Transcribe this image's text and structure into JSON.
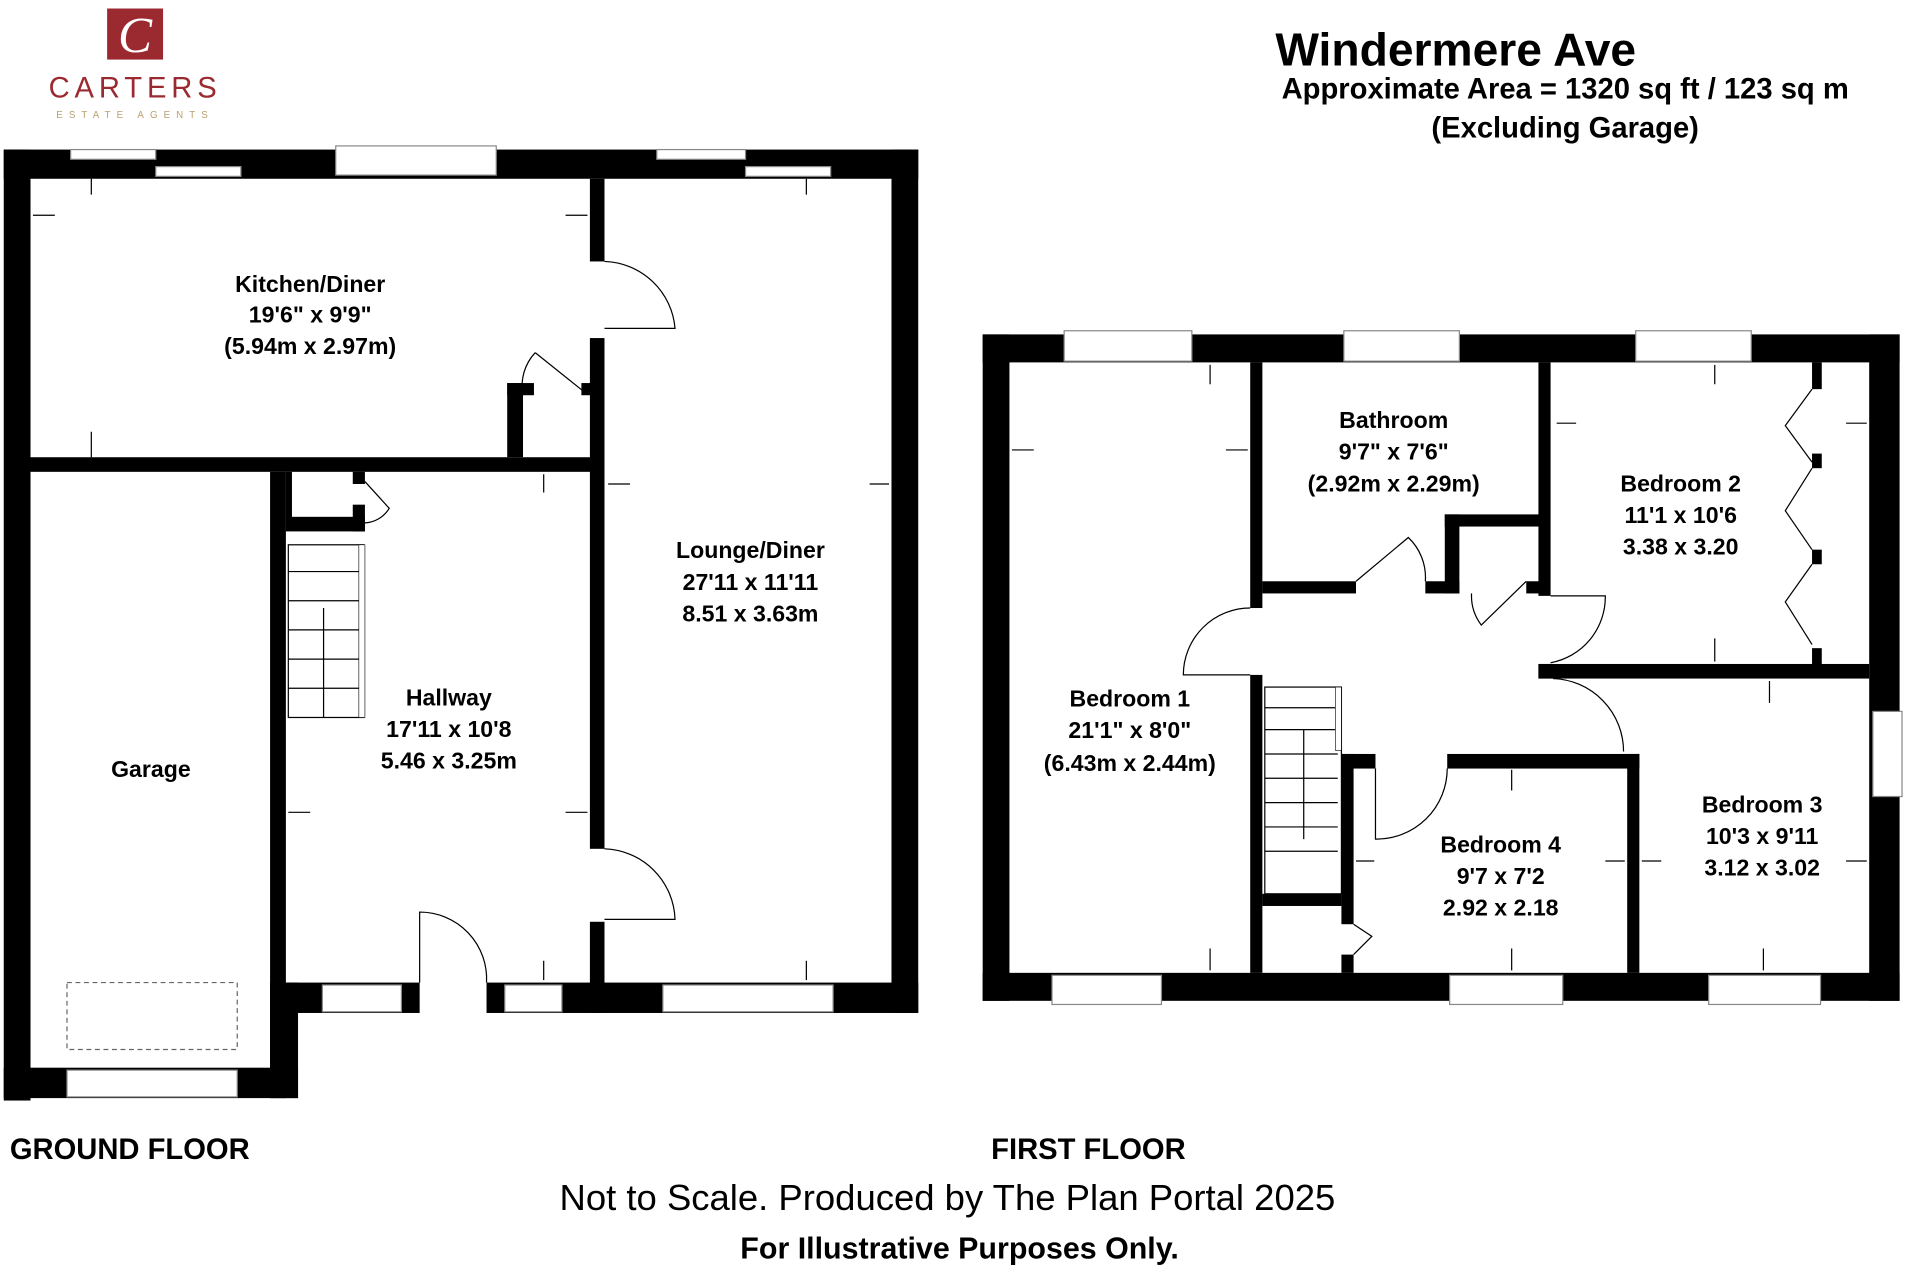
{
  "logo": {
    "brand": "CARTERS",
    "tagline": "ESTATE AGENTS",
    "letter": "C",
    "brand_color": "#9b2a30",
    "tagline_color": "#b8a070"
  },
  "header": {
    "title": "Windermere Ave",
    "area": "Approximate Area = 1320 sq ft / 123 sq m",
    "note": "(Excluding Garage)"
  },
  "ground_floor": {
    "label": "GROUND FLOOR",
    "rooms": [
      {
        "name": "Kitchen/Diner",
        "imperial": "19'6\" x 9'9\"",
        "metric": "(5.94m x 2.97m)"
      },
      {
        "name": "Lounge/Diner",
        "imperial": "27'11 x 11'11",
        "metric": "8.51 x 3.63m"
      },
      {
        "name": "Hallway",
        "imperial": "17'11 x 10'8",
        "metric": "5.46 x 3.25m"
      },
      {
        "name": "Garage"
      }
    ]
  },
  "first_floor": {
    "label": "FIRST FLOOR",
    "rooms": [
      {
        "name": "Bathroom",
        "imperial": "9'7\" x 7'6\"",
        "metric": "(2.92m x 2.29m)"
      },
      {
        "name": "Bedroom 2",
        "imperial": "11'1 x 10'6",
        "metric": "3.38 x  3.20"
      },
      {
        "name": "Bedroom 1",
        "imperial": "21'1\" x 8'0\"",
        "metric": "(6.43m x 2.44m)"
      },
      {
        "name": "Bedroom 3",
        "imperial": "10'3 x 9'11",
        "metric": "3.12 x 3.02"
      },
      {
        "name": "Bedroom 4",
        "imperial": "9'7 x 7'2",
        "metric": "2.92 x 2.18"
      }
    ]
  },
  "footer": {
    "scale_note": "Not to Scale. Produced by The Plan Portal 2025",
    "disclaimer": "For Illustrative Purposes Only."
  }
}
